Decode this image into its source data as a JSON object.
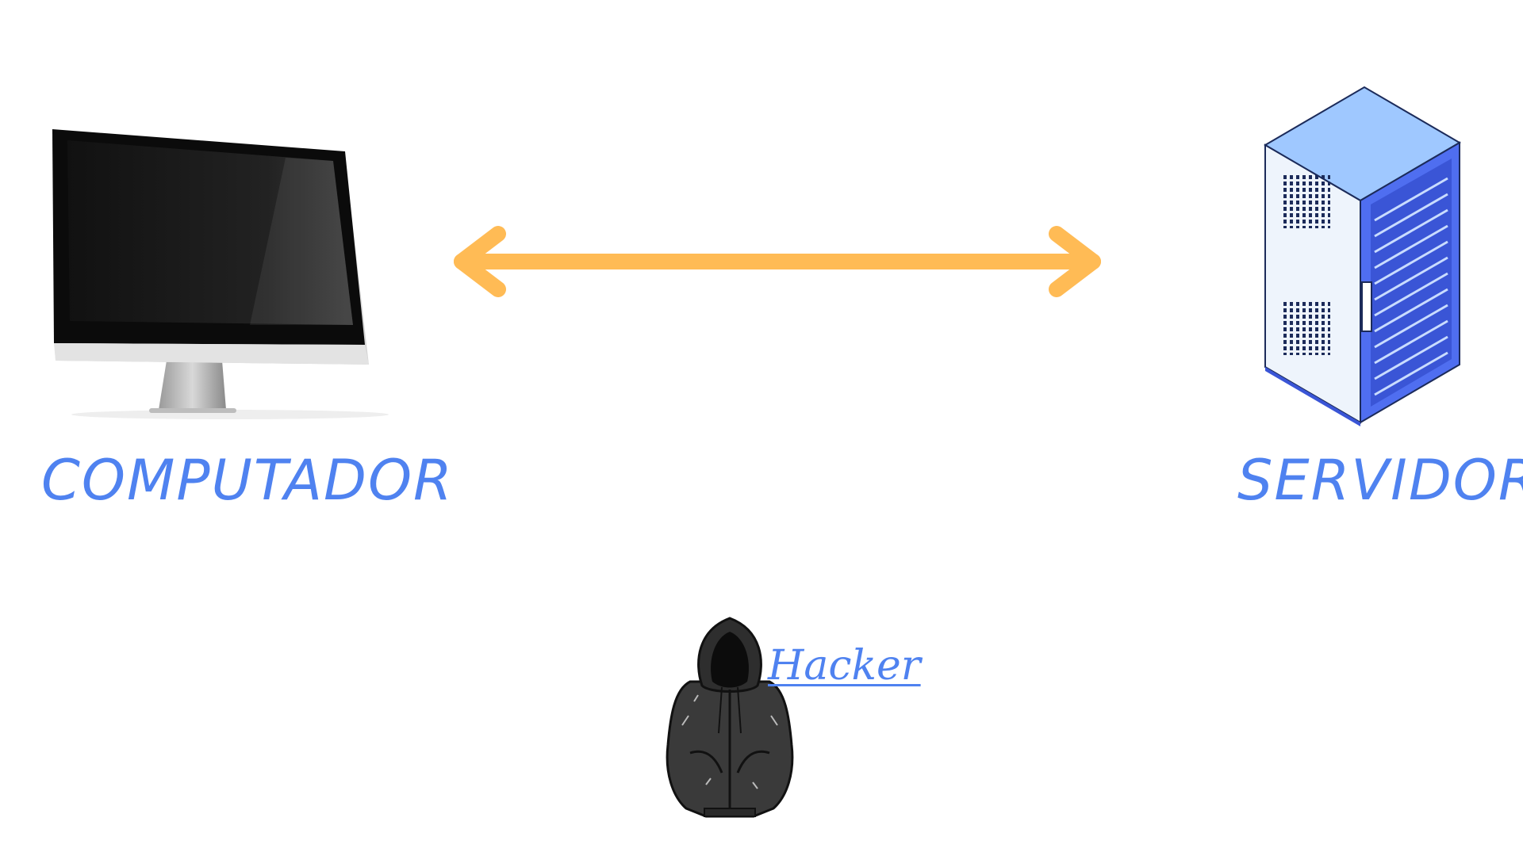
{
  "diagram": {
    "nodes": [
      {
        "id": "computer",
        "label": "COMPUTADOR",
        "icon": "desktop-monitor-icon"
      },
      {
        "id": "server",
        "label": "SERVIDOR",
        "icon": "server-rack-icon"
      },
      {
        "id": "hacker",
        "label": "Hacker",
        "icon": "hooded-hacker-icon",
        "is_link": true
      }
    ],
    "edges": [
      {
        "from": "computer",
        "to": "server",
        "direction": "bidirectional",
        "color": "#ffbb55"
      }
    ]
  },
  "colors": {
    "label_blue": "#4f82f0",
    "arrow_orange": "#ffbb55",
    "server_blue": "#4f6ef0",
    "server_light": "#9fc8ff",
    "hoodie_dark": "#3a3a3a"
  }
}
